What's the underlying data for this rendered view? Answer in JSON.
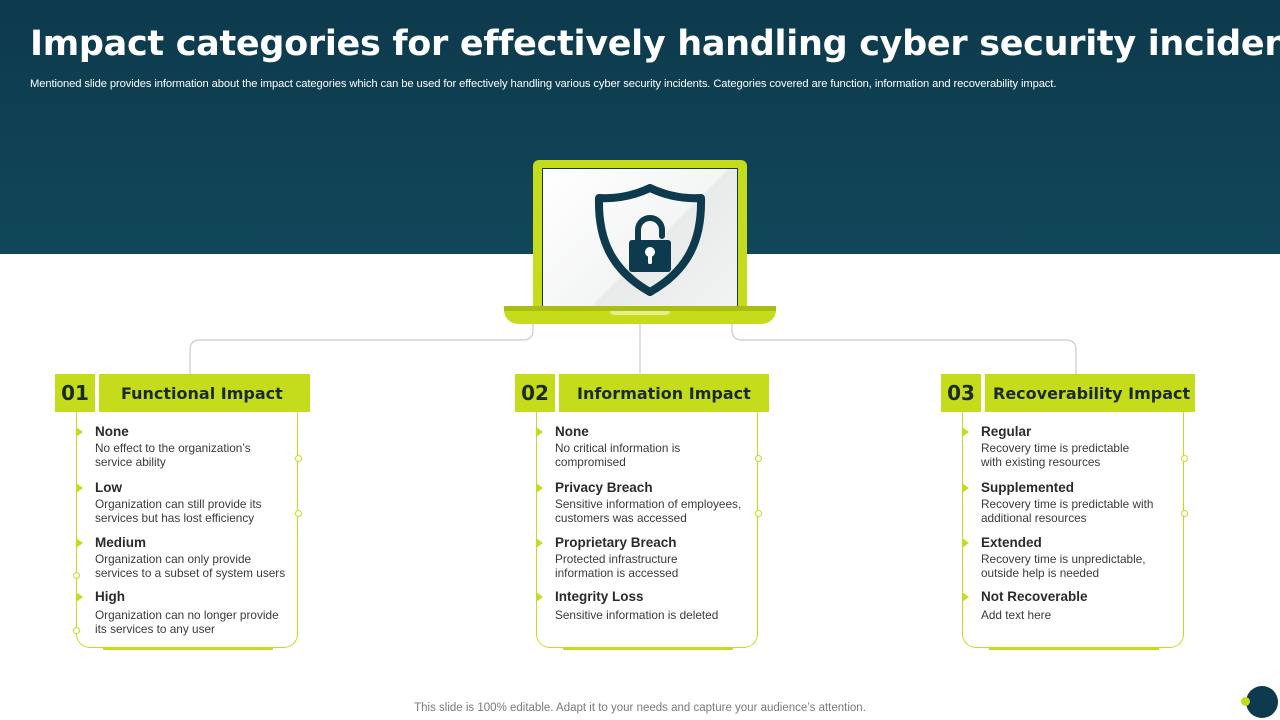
{
  "slide": {
    "title": "Impact categories for effectively handling cyber security incidents",
    "subtitle": "Mentioned slide provides information about the impact categories which can be used for effectively  handling various cyber security incidents. Categories covered are function, information and recoverability impact.",
    "footer": "This slide is 100% editable. Adapt it to your needs and capture your audience’s attention."
  },
  "colors": {
    "header_band": "#0d3a4c",
    "accent": "#c5dc1c",
    "text_dark": "#1b2a2f"
  },
  "icons": {
    "center": "shield-lock-icon",
    "bullet": "triangle-bullet-icon"
  },
  "categories": [
    {
      "number": "01",
      "title": "Functional Impact",
      "items": [
        {
          "title": "None",
          "desc": "No effect to the organization’s service ability"
        },
        {
          "title": "Low",
          "desc": "Organization can still provide its services but has lost efficiency"
        },
        {
          "title": "Medium",
          "desc": "Organization can only provide services to a subset of system users"
        },
        {
          "title": "High",
          "desc": "Organization can no longer provide its services to any user"
        }
      ]
    },
    {
      "number": "02",
      "title": "Information Impact",
      "items": [
        {
          "title": "None",
          "desc": "No critical information is compromised"
        },
        {
          "title": "Privacy Breach",
          "desc": "Sensitive information of employees, customers was accessed"
        },
        {
          "title": "Proprietary Breach",
          "desc": "Protected infrastructure information is accessed"
        },
        {
          "title": "Integrity Loss",
          "desc": "Sensitive information is deleted"
        }
      ]
    },
    {
      "number": "03",
      "title": "Recoverability Impact",
      "items": [
        {
          "title": "Regular",
          "desc": "Recovery time is predictable with existing resources"
        },
        {
          "title": "Supplemented",
          "desc": "Recovery time is predictable with additional resources"
        },
        {
          "title": "Extended",
          "desc": "Recovery time is unpredictable, outside help is needed"
        },
        {
          "title": "Not Recoverable",
          "desc": "Add text here"
        }
      ]
    }
  ]
}
